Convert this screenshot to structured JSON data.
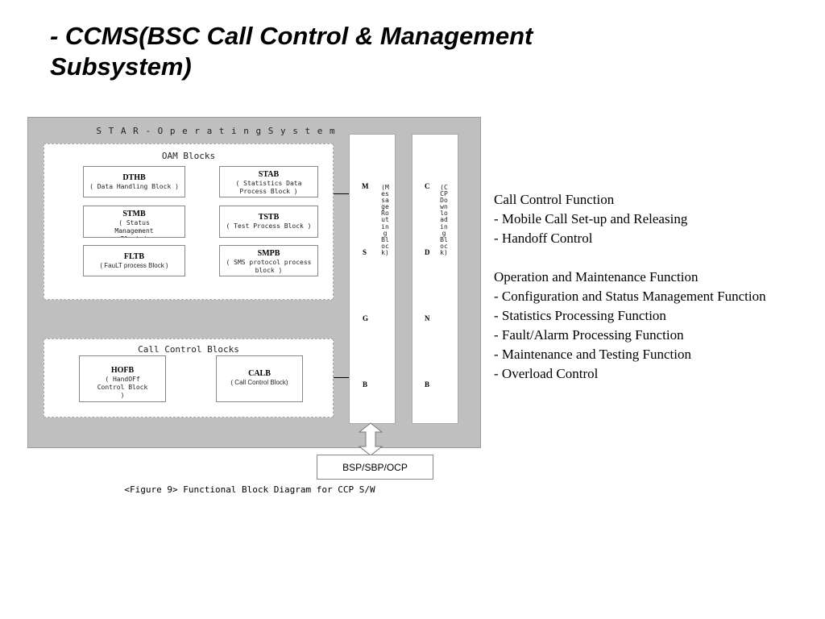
{
  "title": "- CCMS(BSC Call Control & Management Subsystem)",
  "diagram": {
    "os_label": "S T A R - O p e r a t i n g S y s t e m",
    "oam_title": "OAM Blocks",
    "oam_blocks": [
      {
        "name": "DTHB",
        "desc": "( Data Handling Block )"
      },
      {
        "name": "STAB",
        "desc": "( Statistics Data Process Block )"
      },
      {
        "name": "STMB",
        "desc": "( Status Management Block )"
      },
      {
        "name": "TSTB",
        "desc": "( Test Process Block )"
      },
      {
        "name": "FLTB",
        "desc": "( FauLT process Block )"
      },
      {
        "name": "SMPB",
        "desc": "( SMS protocol process block )"
      }
    ],
    "call_title": "Call Control Blocks",
    "call_blocks": [
      {
        "name": "HOFB",
        "desc": "( HandOFf Control Block )"
      },
      {
        "name": "CALB",
        "desc": "( Call Control Block)"
      }
    ],
    "msgb": {
      "letters": [
        "M",
        "S",
        "G",
        "B"
      ],
      "vertical": "(Message Routing Block)"
    },
    "cdnb": {
      "letters": [
        "C",
        "D",
        "N",
        "B"
      ],
      "vertical": "(CCP Downloading Block)"
    },
    "bsp_label": "BSP/SBP/OCP",
    "caption": "<Figure 9> Functional Block Diagram for CCP S/W"
  },
  "functions": {
    "call_control": {
      "heading": "Call Control Function",
      "items": [
        "- Mobile Call Set-up and Releasing",
        "- Handoff Control"
      ]
    },
    "oam": {
      "heading": "Operation and Maintenance Function",
      "items": [
        "- Configuration and Status Management Function",
        "- Statistics Processing Function",
        "- Fault/Alarm Processing Function",
        "- Maintenance and Testing Function",
        "- Overload Control"
      ]
    }
  }
}
